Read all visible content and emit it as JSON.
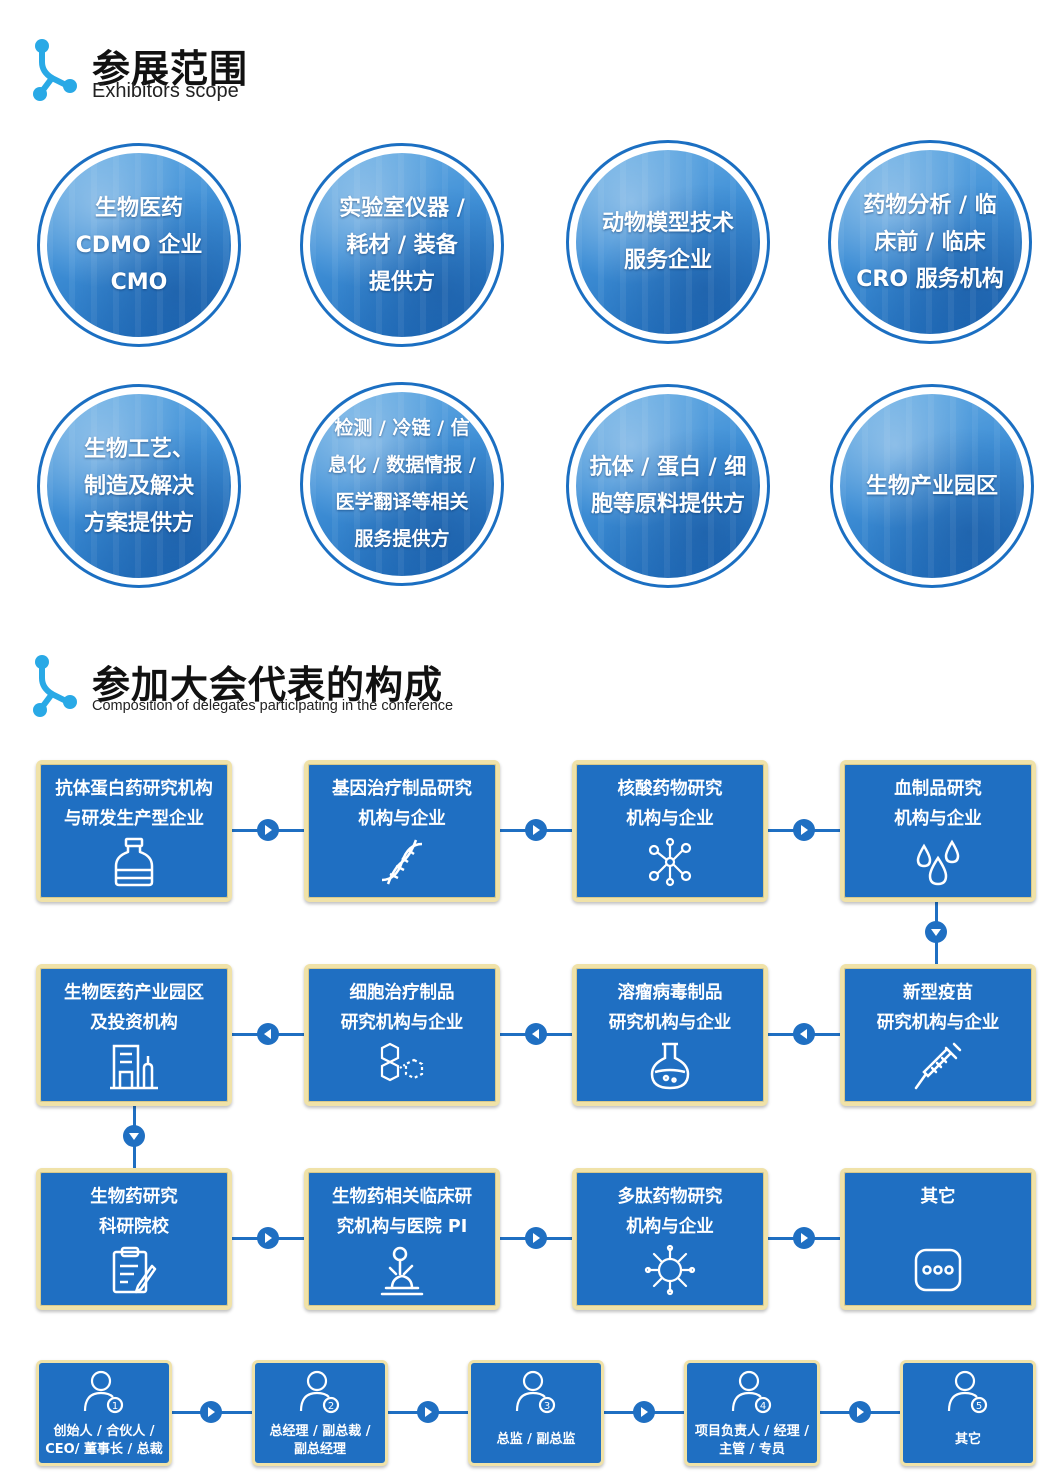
{
  "section1": {
    "title": "参展范围",
    "subtitle": "Exhibitors scope"
  },
  "scope_items": [
    {
      "line1": "生物医药",
      "line2": "CDMO 企业",
      "line3": "CMO",
      "line4": ""
    },
    {
      "line1": "实验室仪器 /",
      "line2": "耗材 / 装备",
      "line3": "提供方",
      "line4": ""
    },
    {
      "line1": "动物模型技术",
      "line2": "服务企业",
      "line3": "",
      "line4": ""
    },
    {
      "line1": "药物分析 / 临",
      "line2": "床前 / 临床",
      "line3": "CRO 服务机构",
      "line4": ""
    },
    {
      "line1": "生物工艺、",
      "line2": "制造及解决",
      "line3": "方案提供方",
      "line4": ""
    },
    {
      "line1": "检测 / 冷链 / 信",
      "line2": "息化 / 数据情报 /",
      "line3": "医学翻译等相关",
      "line4": "服务提供方"
    },
    {
      "line1": "抗体 / 蛋白 / 细",
      "line2": "胞等原料提供方",
      "line3": "",
      "line4": ""
    },
    {
      "line1": "生物产业园区",
      "line2": "",
      "line3": "",
      "line4": ""
    }
  ],
  "section2": {
    "title": "参加大会代表的构成",
    "subtitle": "Composition of delegates participating in the conference"
  },
  "delegate_items": [
    {
      "line1": "抗体蛋白药研究机构",
      "line2": "与研发生产型企业",
      "icon": "bottle-icon"
    },
    {
      "line1": "基因治疗制品研究",
      "line2": "机构与企业",
      "icon": "dna-icon"
    },
    {
      "line1": "核酸药物研究",
      "line2": "机构与企业",
      "icon": "molecule-icon"
    },
    {
      "line1": "血制品研究",
      "line2": "机构与企业",
      "icon": "drops-icon"
    },
    {
      "line1": "生物医药产业园区",
      "line2": "及投资机构",
      "icon": "building-icon"
    },
    {
      "line1": "细胞治疗制品",
      "line2": "研究机构与企业",
      "icon": "hexagon-icon"
    },
    {
      "line1": "溶瘤病毒制品",
      "line2": "研究机构与企业",
      "icon": "flask-icon"
    },
    {
      "line1": "新型疫苗",
      "line2": "研究机构与企业",
      "icon": "syringe-icon"
    },
    {
      "line1": "生物药研究",
      "line2": "科研院校",
      "icon": "clipboard-icon"
    },
    {
      "line1": "生物药相关临床研",
      "line2": "究机构与医院 PI",
      "icon": "microscope-icon"
    },
    {
      "line1": "多肽药物研究",
      "line2": "机构与企业",
      "icon": "virus-icon"
    },
    {
      "line1": "其它",
      "line2": "",
      "icon": "more-icon"
    }
  ],
  "roles": [
    {
      "number": "1",
      "line1": "创始人 / 合伙人 /",
      "line2": "CEO/ 董事长 / 总裁"
    },
    {
      "number": "2",
      "line1": "总经理 / 副总裁 /",
      "line2": "副总经理"
    },
    {
      "number": "3",
      "line1": "总监 / 副总监",
      "line2": ""
    },
    {
      "number": "4",
      "line1": "项目负责人 / 经理 /",
      "line2": "主管 / 专员"
    },
    {
      "number": "5",
      "line1": "其它",
      "line2": ""
    }
  ],
  "colors": {
    "primary": "#1f6fc2",
    "box_border": "#f0e2a8",
    "logo": "#29a9e6"
  }
}
